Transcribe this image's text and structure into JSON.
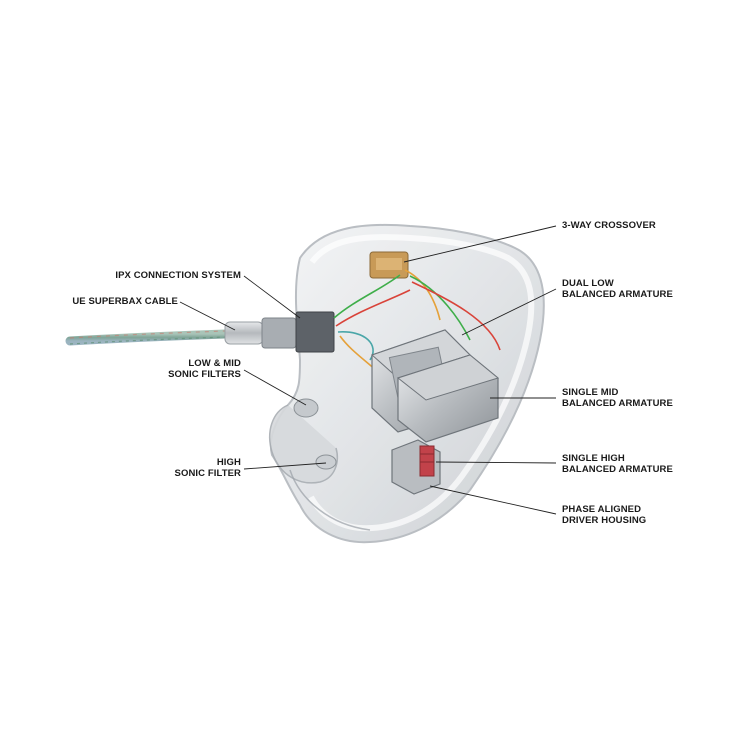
{
  "labels": {
    "crossover": "3-WAY CROSSOVER",
    "ipx": "IPX CONNECTION SYSTEM",
    "cable": "UE SUPERBAX CABLE",
    "low_mid_1": "LOW & MID",
    "low_mid_2": "SONIC FILTERS",
    "high_1": "HIGH",
    "high_2": "SONIC FILTER",
    "dual_low_1": "DUAL LOW",
    "dual_low_2": "BALANCED ARMATURE",
    "single_mid_1": "SINGLE MID",
    "single_mid_2": "BALANCED ARMATURE",
    "single_high_1": "SINGLE HIGH",
    "single_high_2": "BALANCED ARMATURE",
    "phase_1": "PHASE ALIGNED",
    "phase_2": "DRIVER HOUSING"
  },
  "colors": {
    "background": "#ffffff",
    "shell": "#c9ccd0",
    "leader_line": "#222222",
    "wire_green": "#3fae4a",
    "wire_red": "#d9443a",
    "wire_orange": "#e5a13a",
    "wire_teal": "#4aa6a8"
  }
}
